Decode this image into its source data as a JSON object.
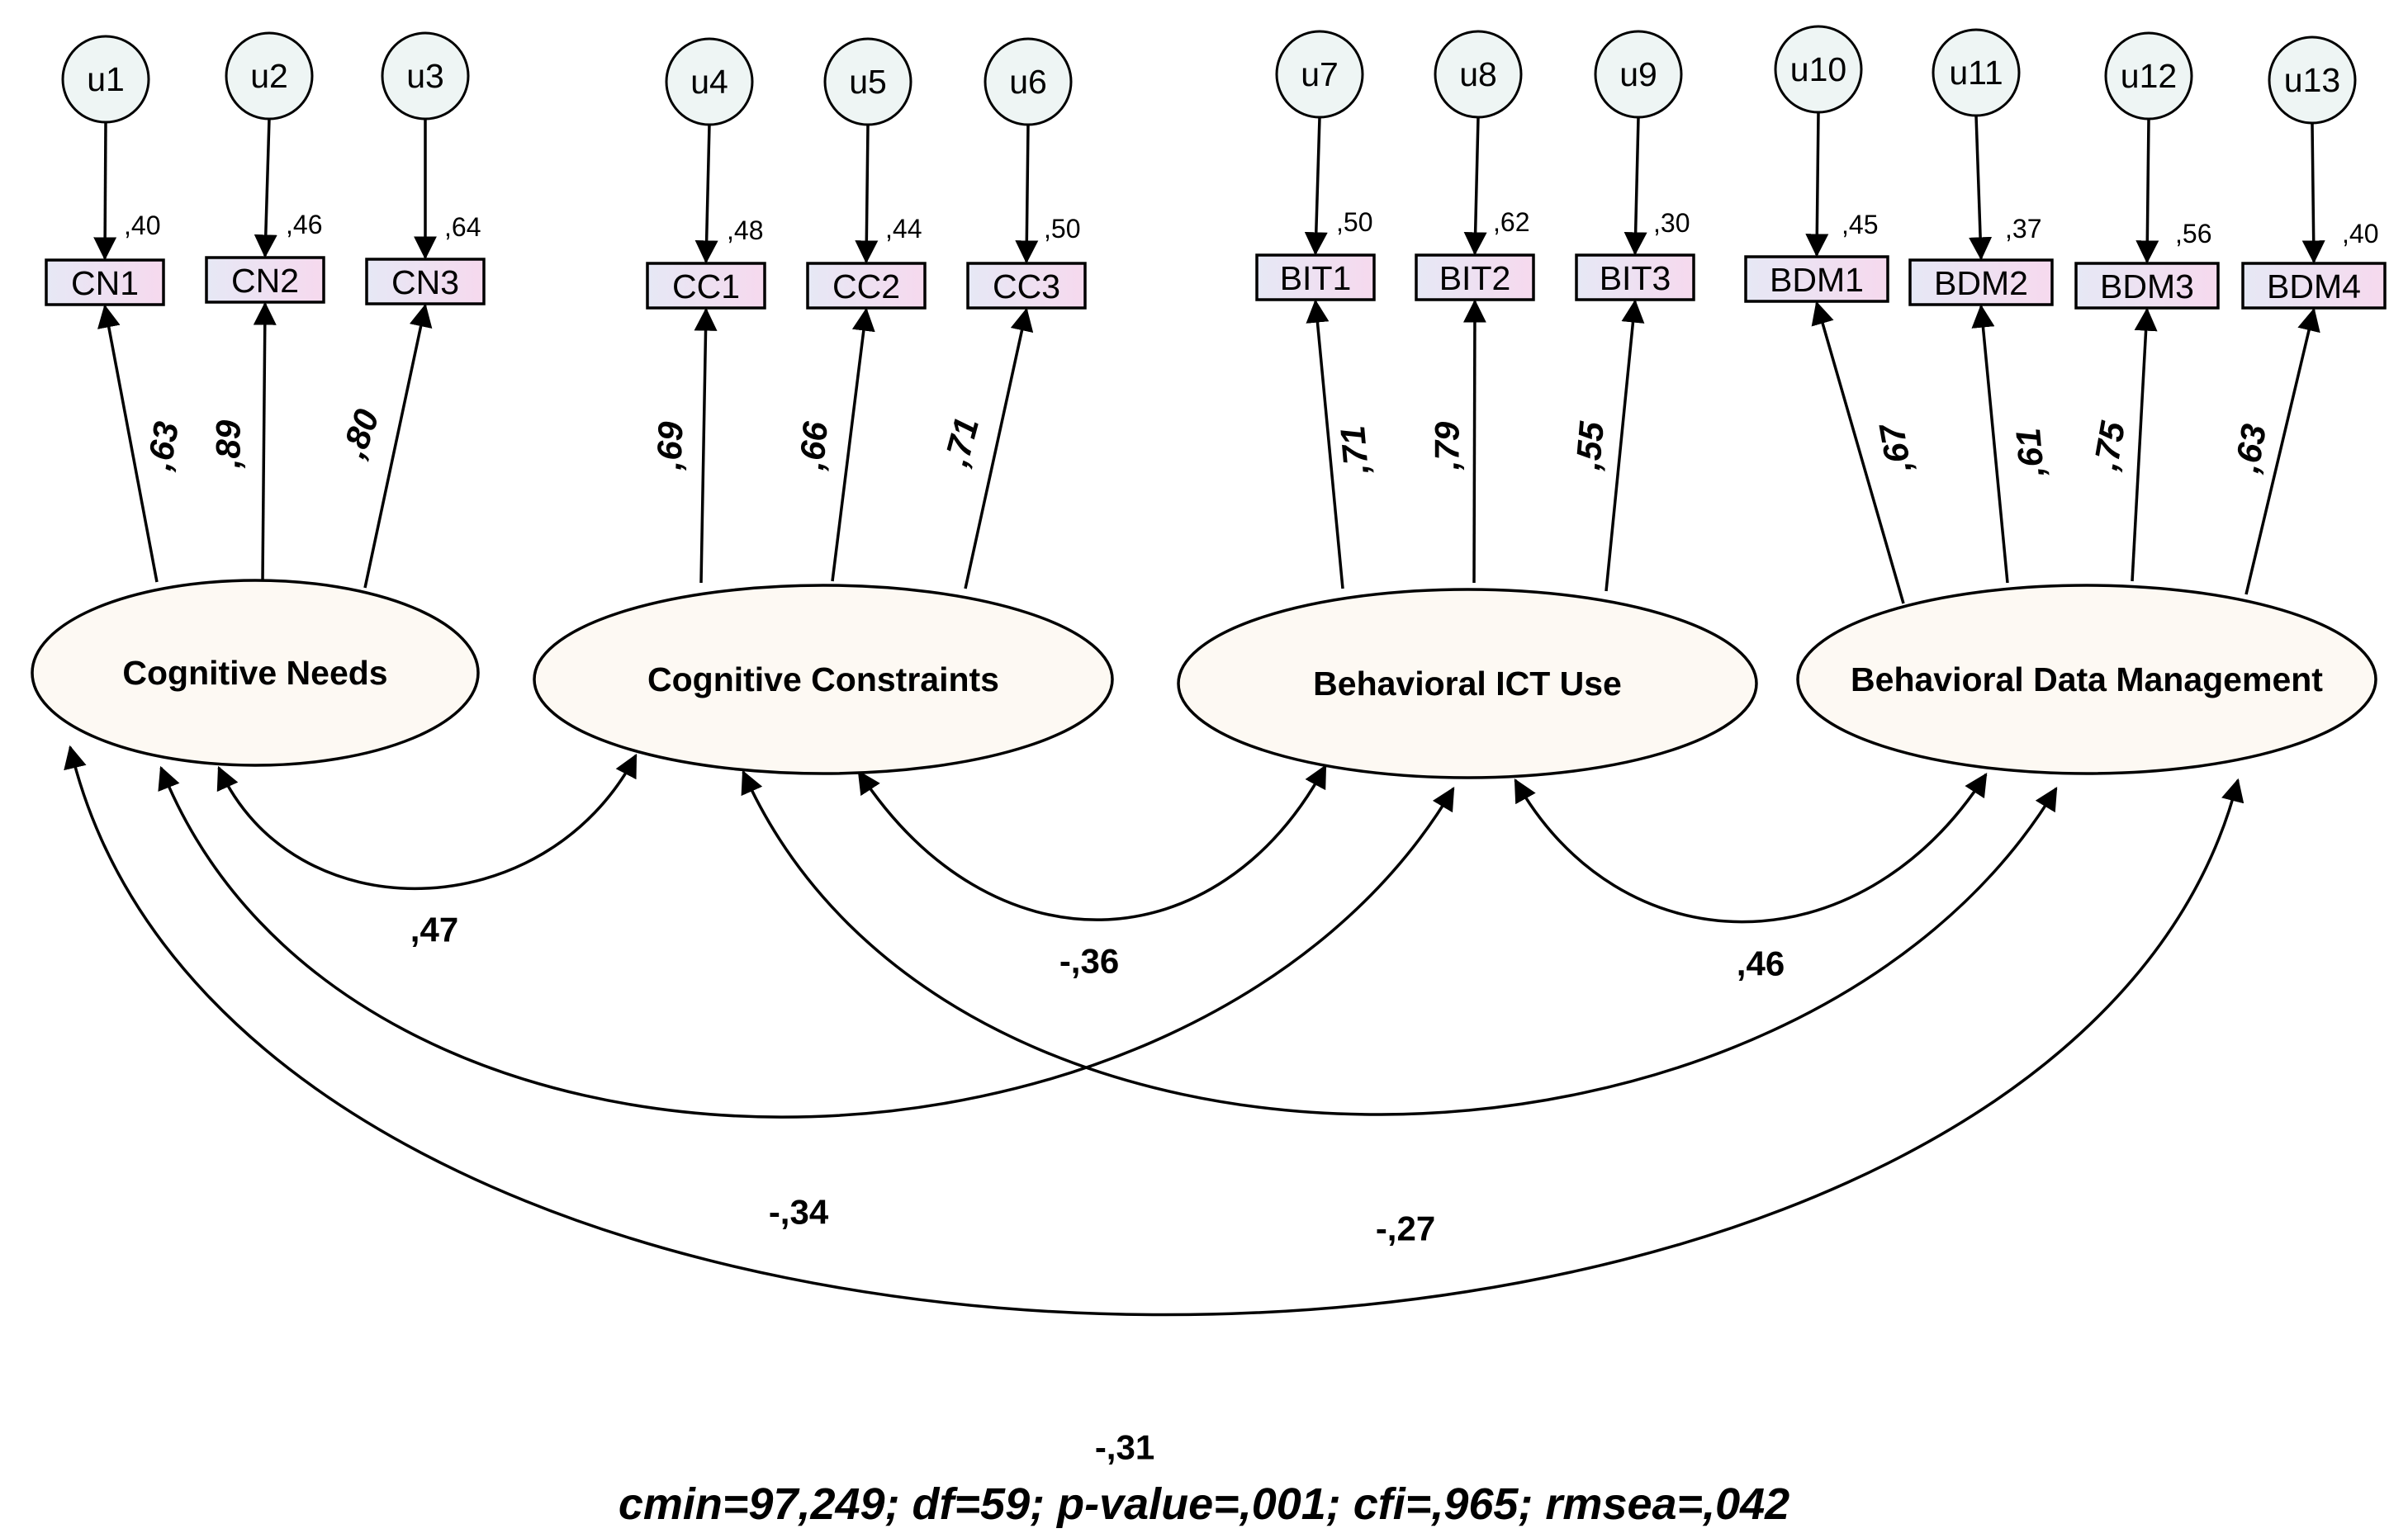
{
  "errors": [
    "u1",
    "u2",
    "u3",
    "u4",
    "u5",
    "u6",
    "u7",
    "u8",
    "u9",
    "u10",
    "u11",
    "u12",
    "u13"
  ],
  "indicators": [
    {
      "label": "CN1",
      "r2": ",40"
    },
    {
      "label": "CN2",
      "r2": ",46"
    },
    {
      "label": "CN3",
      "r2": ",64"
    },
    {
      "label": "CC1",
      "r2": ",48"
    },
    {
      "label": "CC2",
      "r2": ",44"
    },
    {
      "label": "CC3",
      "r2": ",50"
    },
    {
      "label": "BIT1",
      "r2": ",50"
    },
    {
      "label": "BIT2",
      "r2": ",62"
    },
    {
      "label": "BIT3",
      "r2": ",30"
    },
    {
      "label": "BDM1",
      "r2": ",45"
    },
    {
      "label": "BDM2",
      "r2": ",37"
    },
    {
      "label": "BDM3",
      "r2": ",56"
    },
    {
      "label": "BDM4",
      "r2": ",40"
    }
  ],
  "latents": [
    {
      "label": "Cognitive Needs"
    },
    {
      "label": "Cognitive Constraints"
    },
    {
      "label": "Behavioral ICT Use"
    },
    {
      "label": "Behavioral Data Management"
    }
  ],
  "loadings": [
    ",63",
    ",89",
    ",80",
    ",69",
    ",66",
    ",71",
    ",71",
    ",79",
    ",55",
    ",67",
    ",61",
    ",75",
    ",63"
  ],
  "correlations": [
    {
      "from": "Cognitive Needs",
      "to": "Cognitive Constraints",
      "label": ",47"
    },
    {
      "from": "Cognitive Constraints",
      "to": "Behavioral ICT Use",
      "label": "-,36"
    },
    {
      "from": "Behavioral ICT Use",
      "to": "Behavioral Data Management",
      "label": ",46"
    },
    {
      "from": "Cognitive Needs",
      "to": "Behavioral ICT Use",
      "label": "-,34"
    },
    {
      "from": "Cognitive Constraints",
      "to": "Behavioral Data Management",
      "label": "-,27"
    },
    {
      "from": "Cognitive Needs",
      "to": "Behavioral Data Management",
      "label": "-,31"
    }
  ],
  "fit_summary": "cmin=97,249; df=59; p-value=,001; cfi=,965; rmsea=,042",
  "colors": {
    "error_fill": "#eef5f4",
    "indicator_gradient_left": "#e6e8f5",
    "indicator_gradient_right": "#f6d9ee",
    "latent_fill": "#fdf9f3",
    "stroke": "#000000"
  }
}
